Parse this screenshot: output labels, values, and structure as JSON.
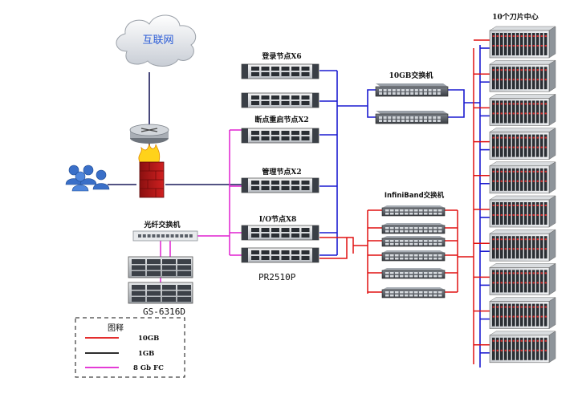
{
  "internet": {
    "label": "互联网"
  },
  "nodes": {
    "login": "登录节点X6",
    "checkpoint": "断点重启节点X2",
    "mgmt": "管理节点X2",
    "io": "I/O节点X8",
    "server_model": "PR2510P"
  },
  "switches": {
    "tengb": "10GB交换机",
    "infiniband": "InfiniBand交换机",
    "fc": "光纤交换机"
  },
  "blade_center": {
    "label": "10个刀片中心",
    "count": 10
  },
  "storage": {
    "model": "GS-6316D"
  },
  "legend": {
    "title": "图释",
    "items": [
      {
        "label": "10GB",
        "color": "#e01010"
      },
      {
        "label": "1GB",
        "color": "#111111"
      },
      {
        "label": "8 Gb  FC",
        "color": "#e020d0"
      }
    ]
  },
  "colors": {
    "link_10gb": "#e01010",
    "link_1gb": "#111111",
    "link_fc": "#e020d0",
    "link_blue": "#1a1ad0"
  }
}
